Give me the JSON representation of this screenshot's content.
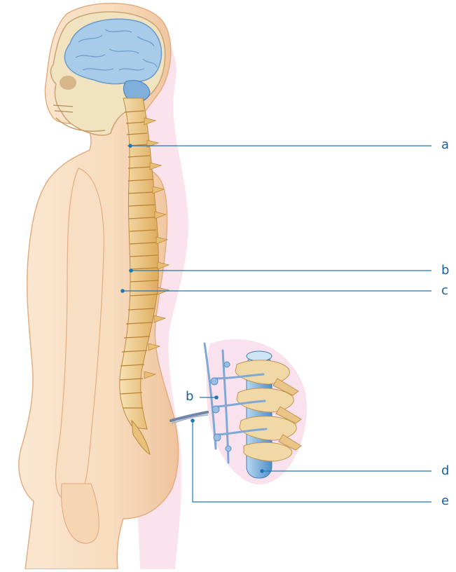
{
  "labels": {
    "a": "a",
    "b_right": "b",
    "c": "c",
    "b_inset": "b",
    "d": "d",
    "e": "e"
  },
  "colors": {
    "leader_line": "#1e78b4",
    "label_text": "#1a5f96",
    "skin": "#f6d7b6",
    "skin_outline": "#e2a87a",
    "pink_glow": "#f4c9dc",
    "brain": "#a9cbe8",
    "bone": "#efd9a6",
    "spine": "#e6b463",
    "nerve": "#8fb3d9",
    "cord": "#5a9ad0"
  }
}
